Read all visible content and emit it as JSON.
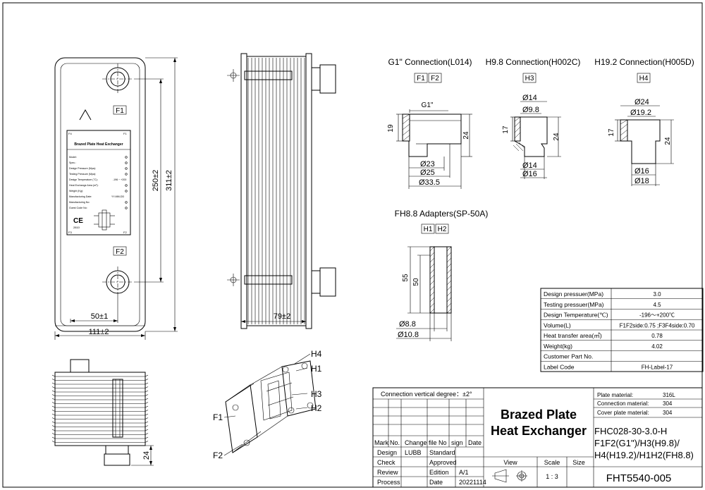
{
  "labels": {
    "plate_f1": "F1",
    "plate_f2": "F2",
    "nameplate_title": "Brazed Plate Heat Exchanger",
    "nameplate_lines": [
      "Model:",
      "Spec.:",
      "Design Pressure (Mpa):",
      "Testing Pressure (Mpa):",
      "Design Temperature (°C):",
      "Heat Exchange Area (m²):",
      "Weight (Kg):",
      "Manufacturing Date:",
      "Manufacturing No:",
      "Guest Code No:"
    ],
    "nameplate_temp": "-196 ~ +200",
    "nameplate_date": "YY-MM-DD",
    "ce_mark": "CE",
    "ce_number": "2810",
    "dim_width_inner": "50±1",
    "dim_width_outer": "111±2",
    "dim_height_inner": "250±2",
    "dim_height_outer": "311±2",
    "dim_depth": "79±2",
    "dim_nozzle": "24",
    "iso_h4": "H4",
    "iso_h1": "H1",
    "iso_h3": "H3",
    "iso_h2": "H2",
    "iso_f1": "F1",
    "iso_f2": "F2"
  },
  "connections": {
    "g1": {
      "title": "G1\" Connection(L014)",
      "tags": [
        "F1",
        "F2"
      ],
      "thread": "G1\"",
      "height": "19",
      "height2": "24",
      "d1": "Ø23",
      "d2": "Ø25",
      "d3": "Ø33.5"
    },
    "h98": {
      "title": "H9.8 Connection(H002C)",
      "tags": [
        "H3"
      ],
      "top1": "Ø14",
      "top2": "Ø9.8",
      "h1": "17",
      "h2": "24",
      "b1": "Ø14",
      "b2": "Ø16"
    },
    "h192": {
      "title": "H19.2 Connection(H005D)",
      "tags": [
        "H4"
      ],
      "top1": "Ø24",
      "top2": "Ø19.2",
      "h1": "17",
      "h2": "24",
      "b1": "Ø16",
      "b2": "Ø18"
    },
    "fh88": {
      "title": "FH8.8 Adapters(SP-50A)",
      "tags": [
        "H1",
        "H2"
      ],
      "h1": "55",
      "h2": "50",
      "b1": "Ø8.8",
      "b2": "Ø10.8"
    }
  },
  "spec_table": [
    [
      "Design pressuer(MPa)",
      "3.0"
    ],
    [
      "Testing pressuer(MPa)",
      "4.5"
    ],
    [
      "Design Temperature(℃)",
      "-196～+200℃"
    ],
    [
      "Volume(L)",
      "F1F2side:0.75 ;F3F4side:0.70"
    ],
    [
      "Heat transfer area(㎡)",
      "0.78"
    ],
    [
      "Weight(kg)",
      "4.02"
    ],
    [
      "Customer Part No.",
      ""
    ],
    [
      "Label Code",
      "FH-Label-17"
    ]
  ],
  "title_block": {
    "degree": "Connection vertical degree：±2°",
    "headers": [
      "Mark",
      "No.",
      "Change file No",
      "sign",
      "Date"
    ],
    "rows": [
      [
        "Design",
        "LUBB",
        "Standard",
        ""
      ],
      [
        "Check",
        "",
        "Approved",
        ""
      ],
      [
        "Review",
        "",
        "Edition",
        "A/1"
      ],
      [
        "Process",
        "",
        "Date",
        "20221114"
      ]
    ],
    "product_line1": "Brazed Plate",
    "product_line2": "Heat Exchanger",
    "materials": [
      [
        "Plate material:",
        "316L"
      ],
      [
        "Connection material:",
        "304"
      ],
      [
        "Cover plate material:",
        "304"
      ]
    ],
    "model_lines": [
      "FHC028-30-3.0-H",
      "F1F2(G1\")/H3(H9.8)/",
      "H4(H19.2)/H1H2(FH8.8)"
    ],
    "view_label": "View",
    "scale_label": "Scale",
    "size_label": "Size",
    "scale_value": "1 : 3",
    "drawing_number": "FHT5540-005"
  }
}
